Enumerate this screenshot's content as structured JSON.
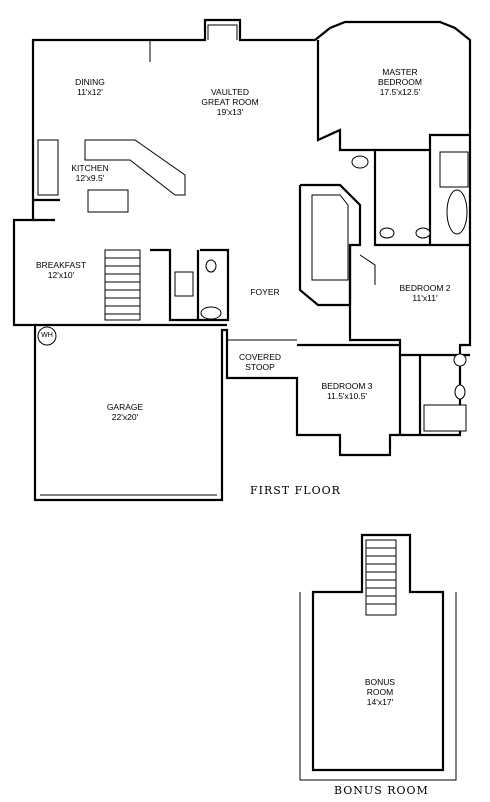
{
  "first_floor": {
    "caption": "FIRST FLOOR",
    "rooms": {
      "dining": {
        "name": "DINING",
        "size": "11'x12'"
      },
      "great_room": {
        "name_line1": "VAULTED",
        "name_line2": "GREAT ROOM",
        "size": "19'x13'"
      },
      "master_bedroom": {
        "name_line1": "MASTER",
        "name_line2": "BEDROOM",
        "size": "17.5'x12.5'"
      },
      "kitchen": {
        "name": "KITCHEN",
        "size": "12'x9.5'"
      },
      "breakfast": {
        "name": "BREAKFAST",
        "size": "12'x10'"
      },
      "foyer": {
        "name": "FOYER"
      },
      "bedroom2": {
        "name": "BEDROOM 2",
        "size": "11'x11'"
      },
      "covered_stoop": {
        "name_line1": "COVERED",
        "name_line2": "STOOP"
      },
      "bedroom3": {
        "name": "BEDROOM 3",
        "size": "11.5'x10.5'"
      },
      "garage": {
        "name": "GARAGE",
        "size": "22'x20'"
      },
      "water_heater": {
        "name": "WH"
      }
    }
  },
  "bonus": {
    "caption": "BONUS ROOM",
    "rooms": {
      "bonus_room": {
        "name_line1": "BONUS",
        "name_line2": "ROOM",
        "size": "14'x17'"
      }
    }
  }
}
